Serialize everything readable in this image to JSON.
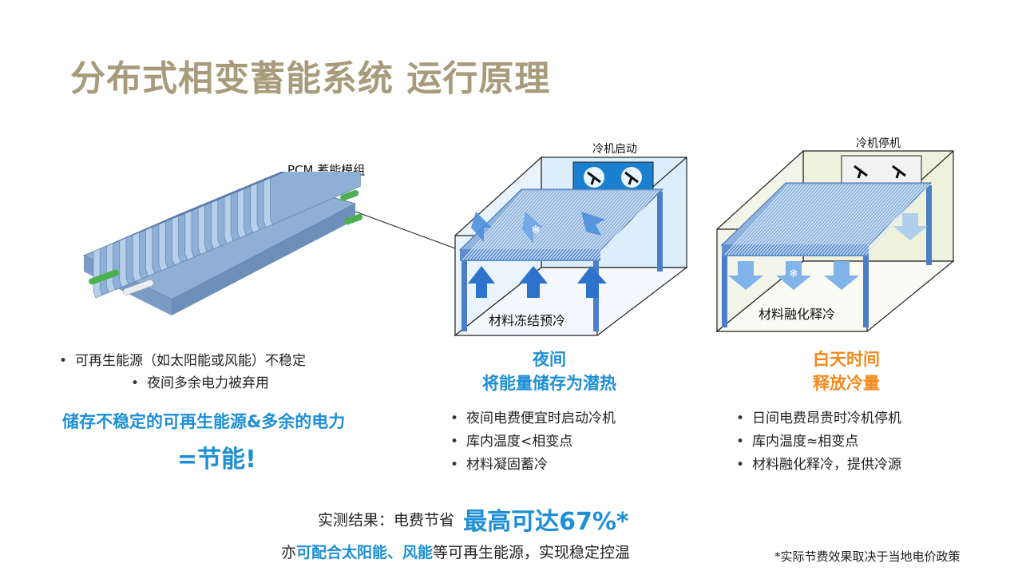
{
  "title": "分布式相变蓄能系统 运行原理",
  "pcm_label": "PCM 蓄能模组",
  "night_box": {
    "top_label": "冷机启动",
    "inner_label": "材料冻结预冷"
  },
  "day_box": {
    "top_label": "冷机停机",
    "inner_label": "材料融化释冷"
  },
  "left_col": {
    "bullets": [
      "可再生能源（如太阳能或风能）不稳定",
      "夜间多余电力被弃用"
    ],
    "highlight_line1": "储存不稳定的可再生能源&多余的电力",
    "highlight_line2": "=节能!"
  },
  "night_col": {
    "heading1": "夜间",
    "heading2": "将能量储存为潜热",
    "bullets": [
      "夜间电费便宜时启动冷机",
      "库内温度<相变点",
      "材料凝固蓄冷"
    ]
  },
  "day_col": {
    "heading1": "白天时间",
    "heading2": "释放冷量",
    "bullets": [
      "日间电费昂贵时冷机停机",
      "库内温度≈相变点",
      "材料融化释冷，提供冷源"
    ]
  },
  "result": {
    "prefix": "实测结果：电费节省",
    "highlight": "最高可达67%*",
    "line2_pre": "亦",
    "line2_highlight": "可配合太阳能、风能",
    "line2_post": "等可再生能源，实现稳定控温"
  },
  "footnote": "*实际节费效果取决于当地电价政策",
  "colors": {
    "title": "#a89b7b",
    "blue": "#1e8fd5",
    "orange": "#f28a1c"
  }
}
